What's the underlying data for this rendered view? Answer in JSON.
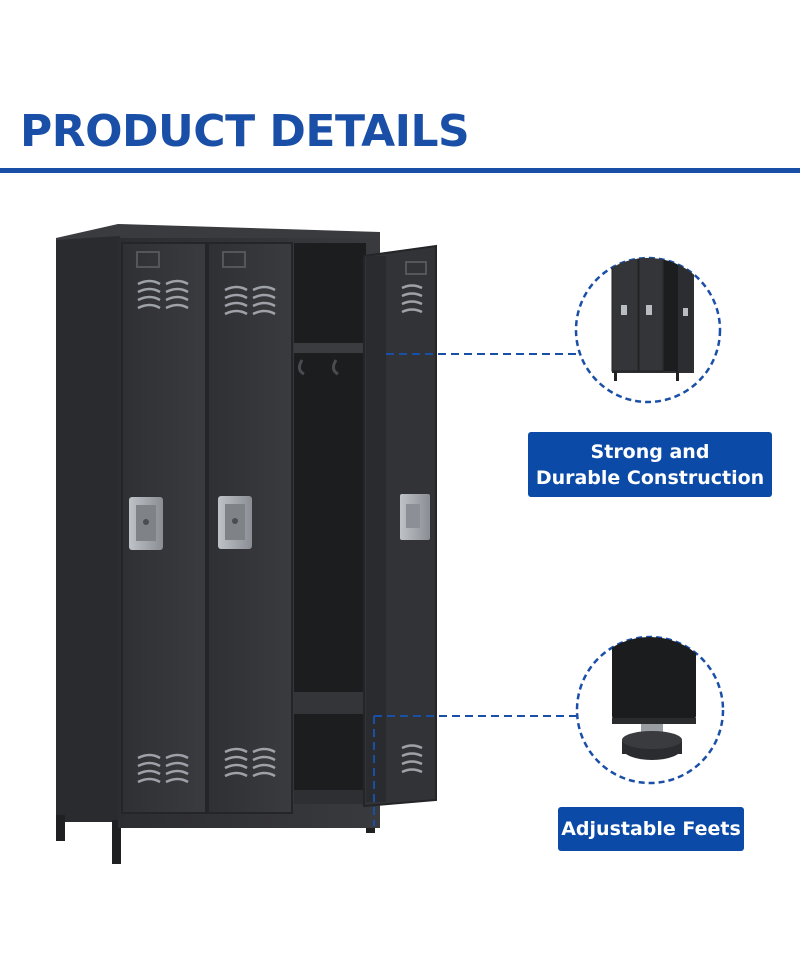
{
  "page": {
    "title": "PRODUCT DETAILS",
    "accent_color": "#1a4fa8",
    "callout_color": "#0b4aa6"
  },
  "callouts": [
    {
      "lines": [
        "Strong and",
        "Durable Construction"
      ]
    },
    {
      "lines": [
        "Adjustable Feets"
      ]
    }
  ],
  "icons": {
    "main_image": "locker-cabinet-illustration",
    "detail_1": "mini-locker-icon",
    "detail_2": "adjustable-foot-icon"
  }
}
